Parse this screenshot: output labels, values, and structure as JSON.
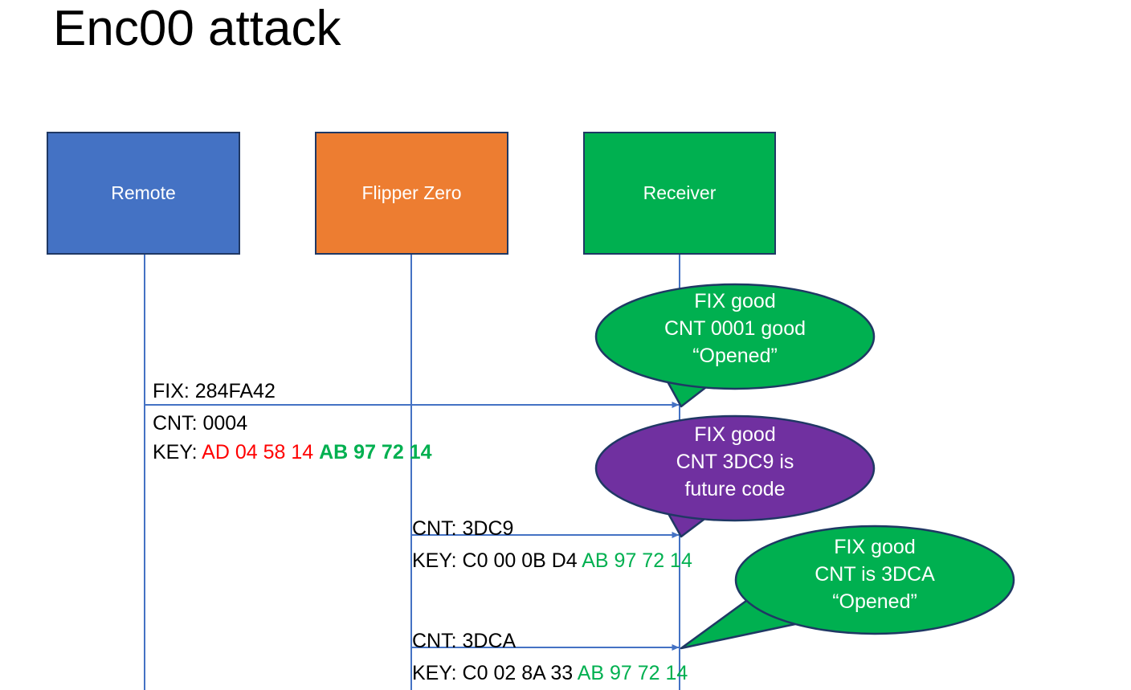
{
  "title": "Enc00 attack",
  "colors": {
    "remote": "#4472C4",
    "flipper": "#ED7D31",
    "receiver": "#00B050",
    "bubble_good": "#00B050",
    "bubble_future": "#7030A0",
    "line": "#4472C4",
    "outline": "#1F3864",
    "red_text": "#FF0000",
    "green_text": "#00B050",
    "black_text": "#000000"
  },
  "actors": [
    {
      "id": "remote",
      "label": "Remote"
    },
    {
      "id": "flipper",
      "label": "Flipper Zero"
    },
    {
      "id": "receiver",
      "label": "Receiver"
    }
  ],
  "messages": [
    {
      "id": "msg1",
      "from": "remote",
      "to": "receiver",
      "fix_line": "FIX: 284FA42",
      "cnt_line": "CNT: 0004",
      "key_label": "KEY: ",
      "key_first_half": "AD 04 58 14",
      "key_first_half_color": "red",
      "key_second_half": "AB 97 72 14",
      "key_second_half_color": "green",
      "key_second_half_bold": true
    },
    {
      "id": "msg2",
      "from": "flipper",
      "to": "receiver",
      "cnt_line": "CNT: 3DC9",
      "key_label": "KEY: C0 00 0B D4 ",
      "key_second_half": "AB 97 72 14",
      "key_second_half_color": "green"
    },
    {
      "id": "msg3",
      "from": "flipper",
      "to": "receiver",
      "cnt_line": "CNT: 3DCA",
      "key_label": "KEY: C0 02 8A 33 ",
      "key_second_half": "AB 97 72 14",
      "key_second_half_color": "green"
    }
  ],
  "bubbles": [
    {
      "id": "bubble1",
      "color": "good",
      "line1": "FIX good",
      "line2": "CNT 0001 good",
      "line3": "“Opened”"
    },
    {
      "id": "bubble2",
      "color": "future",
      "line1": "FIX good",
      "line2": "CNT 3DC9 is",
      "line3": "future code"
    },
    {
      "id": "bubble3",
      "color": "good",
      "line1": "FIX good",
      "line2": "CNT is 3DCA",
      "line3": "“Opened”"
    }
  ]
}
